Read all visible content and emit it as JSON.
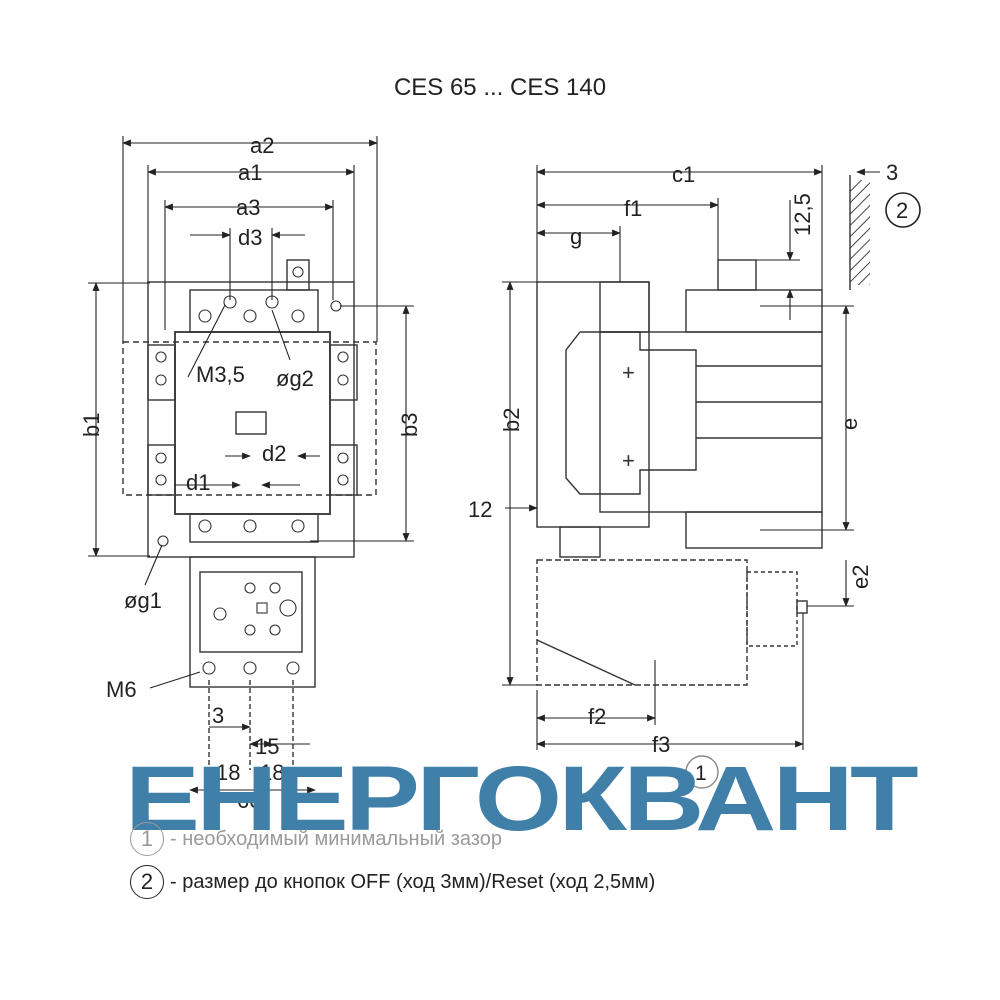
{
  "title": "CES 65 ... CES 140",
  "front_view": {
    "dims": {
      "a2": "a2",
      "a1": "a1",
      "a3": "a3",
      "d3": "d3",
      "b1": "b1",
      "b3": "b3",
      "d1": "d1",
      "d2": "d2",
      "g1": "øg1",
      "g2": "øg2",
      "m35": "M3,5",
      "m6": "M6",
      "d_3": "3",
      "d_15": "15",
      "d_18a": "18",
      "d_18b": "18",
      "d_60": "60"
    }
  },
  "side_view": {
    "dims": {
      "c1": "c1",
      "f1": "f1",
      "g": "g",
      "r125": "12,5",
      "three": "3",
      "circle2": "2",
      "b2": "b2",
      "e": "e",
      "e2": "e2",
      "twelve": "12",
      "f2": "f2",
      "f3": "f3",
      "circle1": "1"
    }
  },
  "watermark": {
    "text": "ЕНЕРГОКВАНТ",
    "color": "#3f7fa8"
  },
  "legend": [
    {
      "num": "1",
      "text": "- необходимый минимальный зазор"
    },
    {
      "num": "2",
      "text": "- размер до кнопок OFF (ход 3мм)/Reset (ход 2,5мм)"
    }
  ]
}
